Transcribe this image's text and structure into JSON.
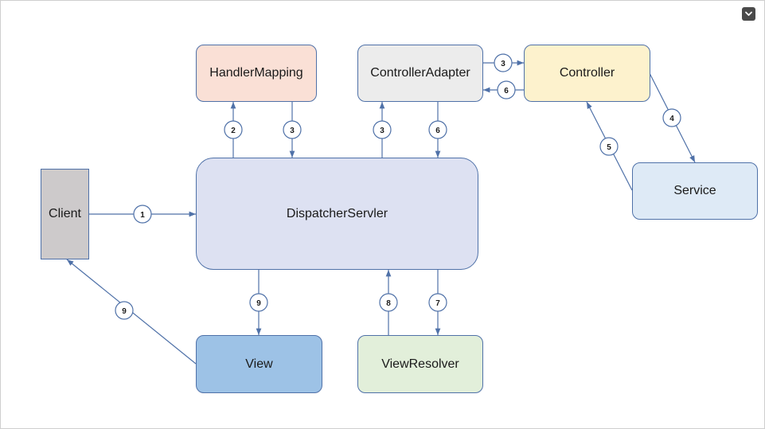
{
  "nodes": {
    "client": "Client",
    "handler_mapping": "HandlerMapping",
    "controller_adapter": "ControllerAdapter",
    "controller": "Controller",
    "service": "Service",
    "dispatcher": "DispatcherServler",
    "view": "View",
    "view_resolver": "ViewResolver"
  },
  "steps": {
    "client_to_dispatcher": "1",
    "dispatcher_to_mapping": "2",
    "mapping_to_dispatcher": "3",
    "dispatcher_to_adapter": "3",
    "adapter_to_controller": "3",
    "controller_to_service": "4",
    "service_to_controller": "5",
    "controller_to_adapter": "6",
    "adapter_to_dispatcher": "6",
    "dispatcher_to_resolver": "7",
    "resolver_to_dispatcher": "8",
    "dispatcher_to_view": "9",
    "view_to_client": "9"
  },
  "colors": {
    "line": "#4f71a8",
    "client": "#cdcacb",
    "handler_mapping": "#fae0d6",
    "controller_adapter": "#ececec",
    "controller": "#fdf2cd",
    "service": "#deeaf6",
    "dispatcher": "#dde1f2",
    "view": "#9dc2e6",
    "view_resolver": "#e2efda"
  },
  "toolbar": {
    "collapse_icon": "chevron-down-icon"
  }
}
